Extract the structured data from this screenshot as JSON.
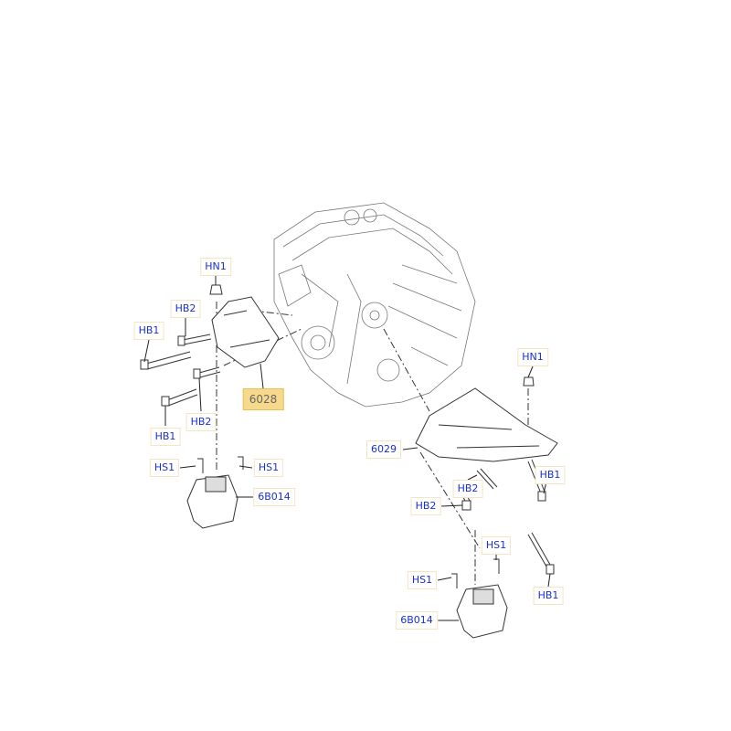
{
  "title": "Engine mounts exploded parts diagram",
  "highlight_color": "#f7d98c",
  "label_color": "#1a2fd6",
  "callouts": [
    {
      "id": "hn1-left",
      "text": "HN1"
    },
    {
      "id": "hb2-left-top",
      "text": "HB2"
    },
    {
      "id": "hb1-left-top",
      "text": "HB1"
    },
    {
      "id": "6028",
      "text": "6028",
      "highlighted": true
    },
    {
      "id": "hb1-left-bottom",
      "text": "HB1"
    },
    {
      "id": "hb2-left-bottom",
      "text": "HB2"
    },
    {
      "id": "hs1-left-a",
      "text": "HS1"
    },
    {
      "id": "hs1-left-b",
      "text": "HS1"
    },
    {
      "id": "6b014-left",
      "text": "6B014"
    },
    {
      "id": "hn1-right",
      "text": "HN1"
    },
    {
      "id": "6029",
      "text": "6029"
    },
    {
      "id": "hb1-right-top",
      "text": "HB1"
    },
    {
      "id": "hb2-right-a",
      "text": "HB2"
    },
    {
      "id": "hb2-right-b",
      "text": "HB2"
    },
    {
      "id": "hs1-right-a",
      "text": "HS1"
    },
    {
      "id": "hs1-right-b",
      "text": "HS1"
    },
    {
      "id": "hb1-right-bottom",
      "text": "HB1"
    },
    {
      "id": "6b014-right",
      "text": "6B014"
    }
  ]
}
